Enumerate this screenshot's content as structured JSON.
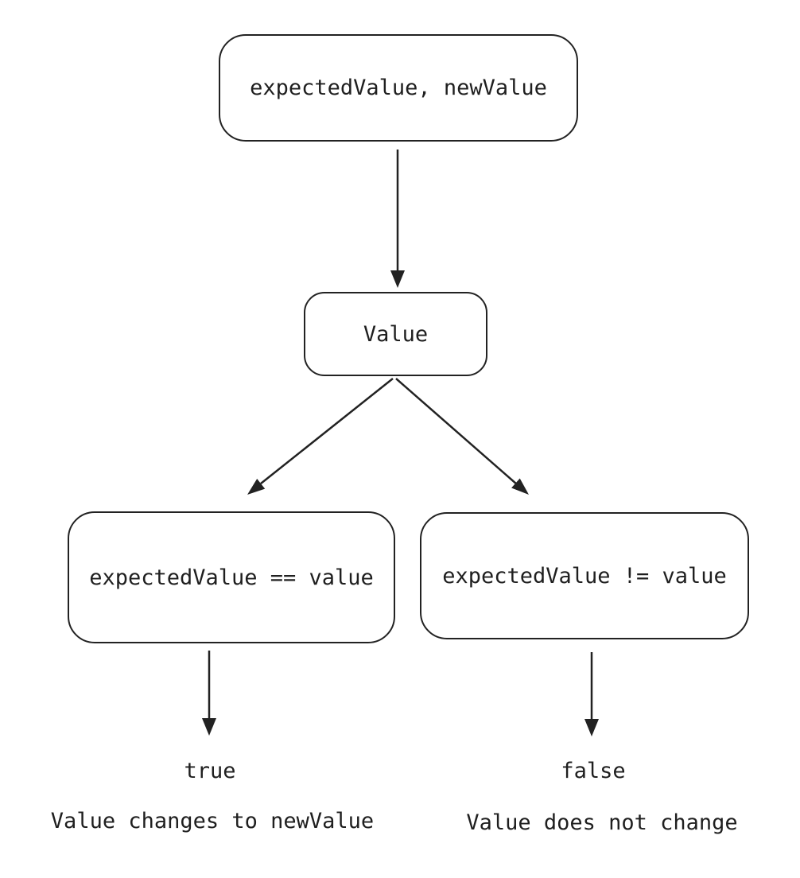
{
  "diagram": {
    "type": "flowchart",
    "nodes": {
      "input": {
        "label": "expectedValue, newValue"
      },
      "value": {
        "label": "Value"
      },
      "match": {
        "label": "expectedValue == value"
      },
      "mismatch": {
        "label": "expectedValue != value"
      },
      "outcome_true": {
        "result": "true",
        "description": "Value changes to newValue"
      },
      "outcome_false": {
        "result": "false",
        "description": "Value does not change"
      }
    },
    "edges": [
      {
        "from": "input",
        "to": "value"
      },
      {
        "from": "value",
        "to": "match"
      },
      {
        "from": "value",
        "to": "mismatch"
      },
      {
        "from": "match",
        "to": "outcome_true"
      },
      {
        "from": "mismatch",
        "to": "outcome_false"
      }
    ],
    "colors": {
      "stroke": "#222222",
      "text": "#1f1f1f",
      "background": "#ffffff"
    }
  }
}
